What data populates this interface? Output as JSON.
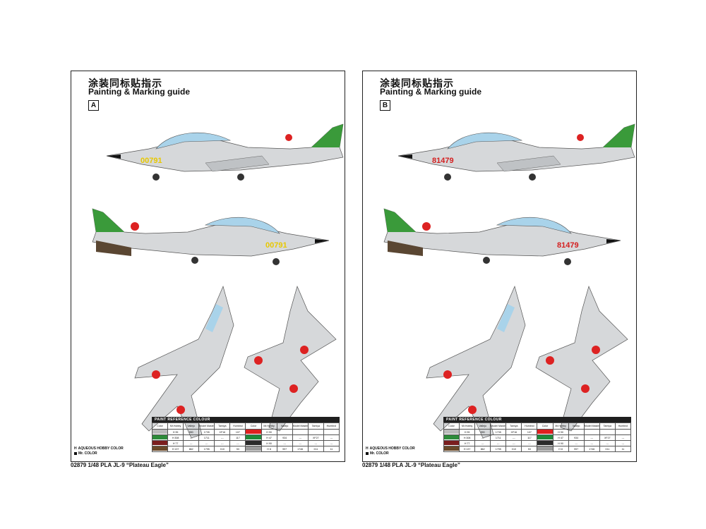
{
  "sheets": [
    {
      "id": "a",
      "title_cn": "涂装同标贴指示",
      "title_en": "Painting & Marking guide",
      "variant": "A",
      "serial": "00791",
      "serial_color": "#e8c800",
      "legend": {
        "aqueous": "AQUEOUS HOBBY COLOR",
        "mr": "Mr. COLOR"
      },
      "paint_ref": {
        "header": "PAINT REFERENCE COLOUR",
        "columns": [
          "Color",
          "Mr.Hobby",
          "Vallejo",
          "Model Master",
          "Tamiya",
          "Humbrol"
        ]
      }
    },
    {
      "id": "b",
      "title_cn": "涂装同标贴指示",
      "title_en": "Painting & Marking guide",
      "variant": "B",
      "serial": "81479",
      "serial_color": "#d42020",
      "legend": {
        "aqueous": "AQUEOUS HOBBY COLOR",
        "mr": "Mr. COLOR"
      },
      "paint_ref": {
        "header": "PAINT REFERENCE COLOUR",
        "columns": [
          "Color",
          "Mr.Hobby",
          "Vallejo",
          "Model Master",
          "Tamiya",
          "Humbrol"
        ]
      }
    }
  ],
  "paint_rows": [
    {
      "left": [
        "",
        "H 35",
        "990",
        "1735",
        "XF16",
        "107"
      ],
      "right": [
        "",
        "H 90",
        "",
        "",
        "",
        ""
      ]
    },
    {
      "left": [
        "",
        "H 308",
        "---",
        "1711",
        "---",
        "117"
      ],
      "right": [
        "",
        "H 47",
        "934",
        "---",
        "XF27",
        "---"
      ]
    },
    {
      "left": [
        "",
        "H 77",
        "---",
        "---",
        "---",
        "---"
      ],
      "right": [
        "",
        "H 90",
        "---",
        "---",
        "---",
        "---"
      ]
    },
    {
      "left": [
        "",
        "H 137",
        "862",
        "1795",
        "X10",
        "53"
      ],
      "right": [
        "",
        "H 8",
        "997",
        "1746",
        "X11",
        "11"
      ]
    }
  ],
  "swatch_colors": {
    "left": [
      "#bbbbbb",
      "#2e8b3a",
      "#7a1e1e",
      "#6a4a2a"
    ],
    "right": [
      "#e02020",
      "#1f8a3a",
      "#2a2a2a",
      "#9a9a9a"
    ]
  },
  "footer": [
    {
      "code": "02879",
      "text": "1/48 PLA JL-9 “Plateau Eagle”"
    },
    {
      "code": "02879",
      "text": "1/48 PLA JL-9 “Plateau Eagle”"
    }
  ]
}
